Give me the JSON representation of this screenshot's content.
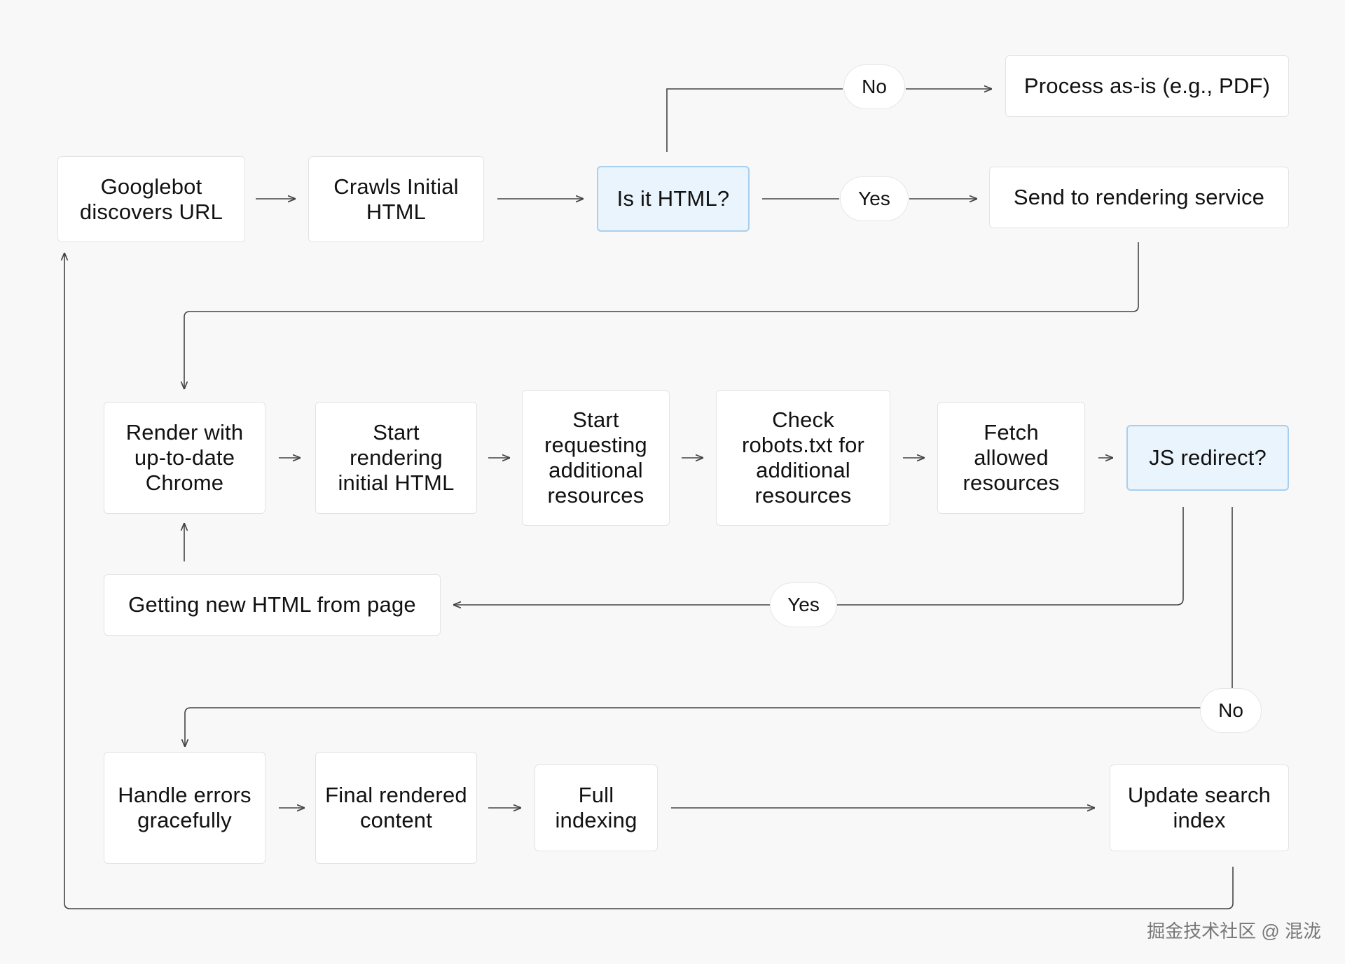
{
  "nodes": {
    "googlebot": "Googlebot discovers URL",
    "crawls": "Crawls Initial HTML",
    "is_html": "Is it HTML?",
    "process_as_is": "Process as-is (e.g., PDF)",
    "send_rendering": "Send to rendering service",
    "render_chrome": "Render with up-to-date Chrome",
    "start_rendering": "Start rendering initial HTML",
    "start_requesting": "Start requesting additional resources",
    "check_robots": "Check robots.txt for additional resources",
    "fetch_allowed": "Fetch allowed resources",
    "js_redirect": "JS redirect?",
    "new_html": "Getting new HTML from page",
    "handle_errors": "Handle errors gracefully",
    "final_rendered": "Final rendered content",
    "full_indexing": "Full indexing",
    "update_index": "Update search index"
  },
  "labels": {
    "html_no": "No",
    "html_yes": "Yes",
    "redirect_yes": "Yes",
    "redirect_no": "No"
  },
  "watermark": "掘金技术社区 @ 混泷"
}
